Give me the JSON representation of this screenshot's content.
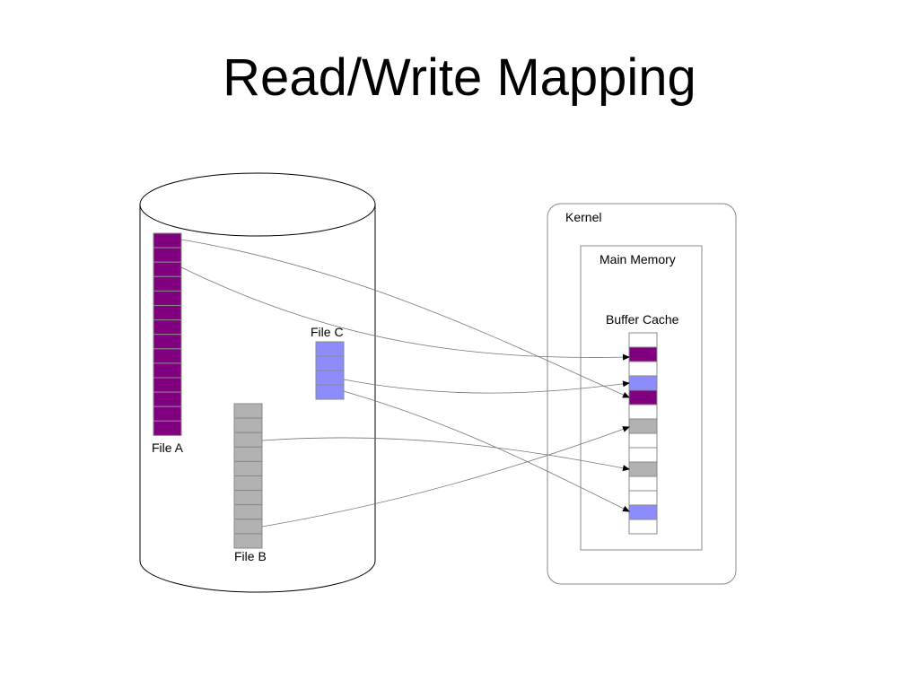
{
  "title": "Read/Write Mapping",
  "labels": {
    "file_a": "File A",
    "file_b": "File B",
    "file_c": "File C",
    "kernel": "Kernel",
    "main_memory": "Main Memory",
    "buffer_cache": "Buffer Cache"
  },
  "colors": {
    "file_a": "#800080",
    "file_b": "#b2b2b2",
    "file_c": "#8c8cff",
    "empty_slot": "#ffffff",
    "outline": "#888888"
  },
  "files": {
    "file_a": {
      "block_count": 14
    },
    "file_b": {
      "block_count": 10
    },
    "file_c": {
      "block_count": 4
    }
  },
  "buffer_cache_slots": [
    "empty",
    "file_a",
    "empty",
    "file_c",
    "file_a",
    "empty",
    "file_b",
    "empty",
    "empty",
    "file_b",
    "empty",
    "empty",
    "file_c",
    "empty"
  ]
}
